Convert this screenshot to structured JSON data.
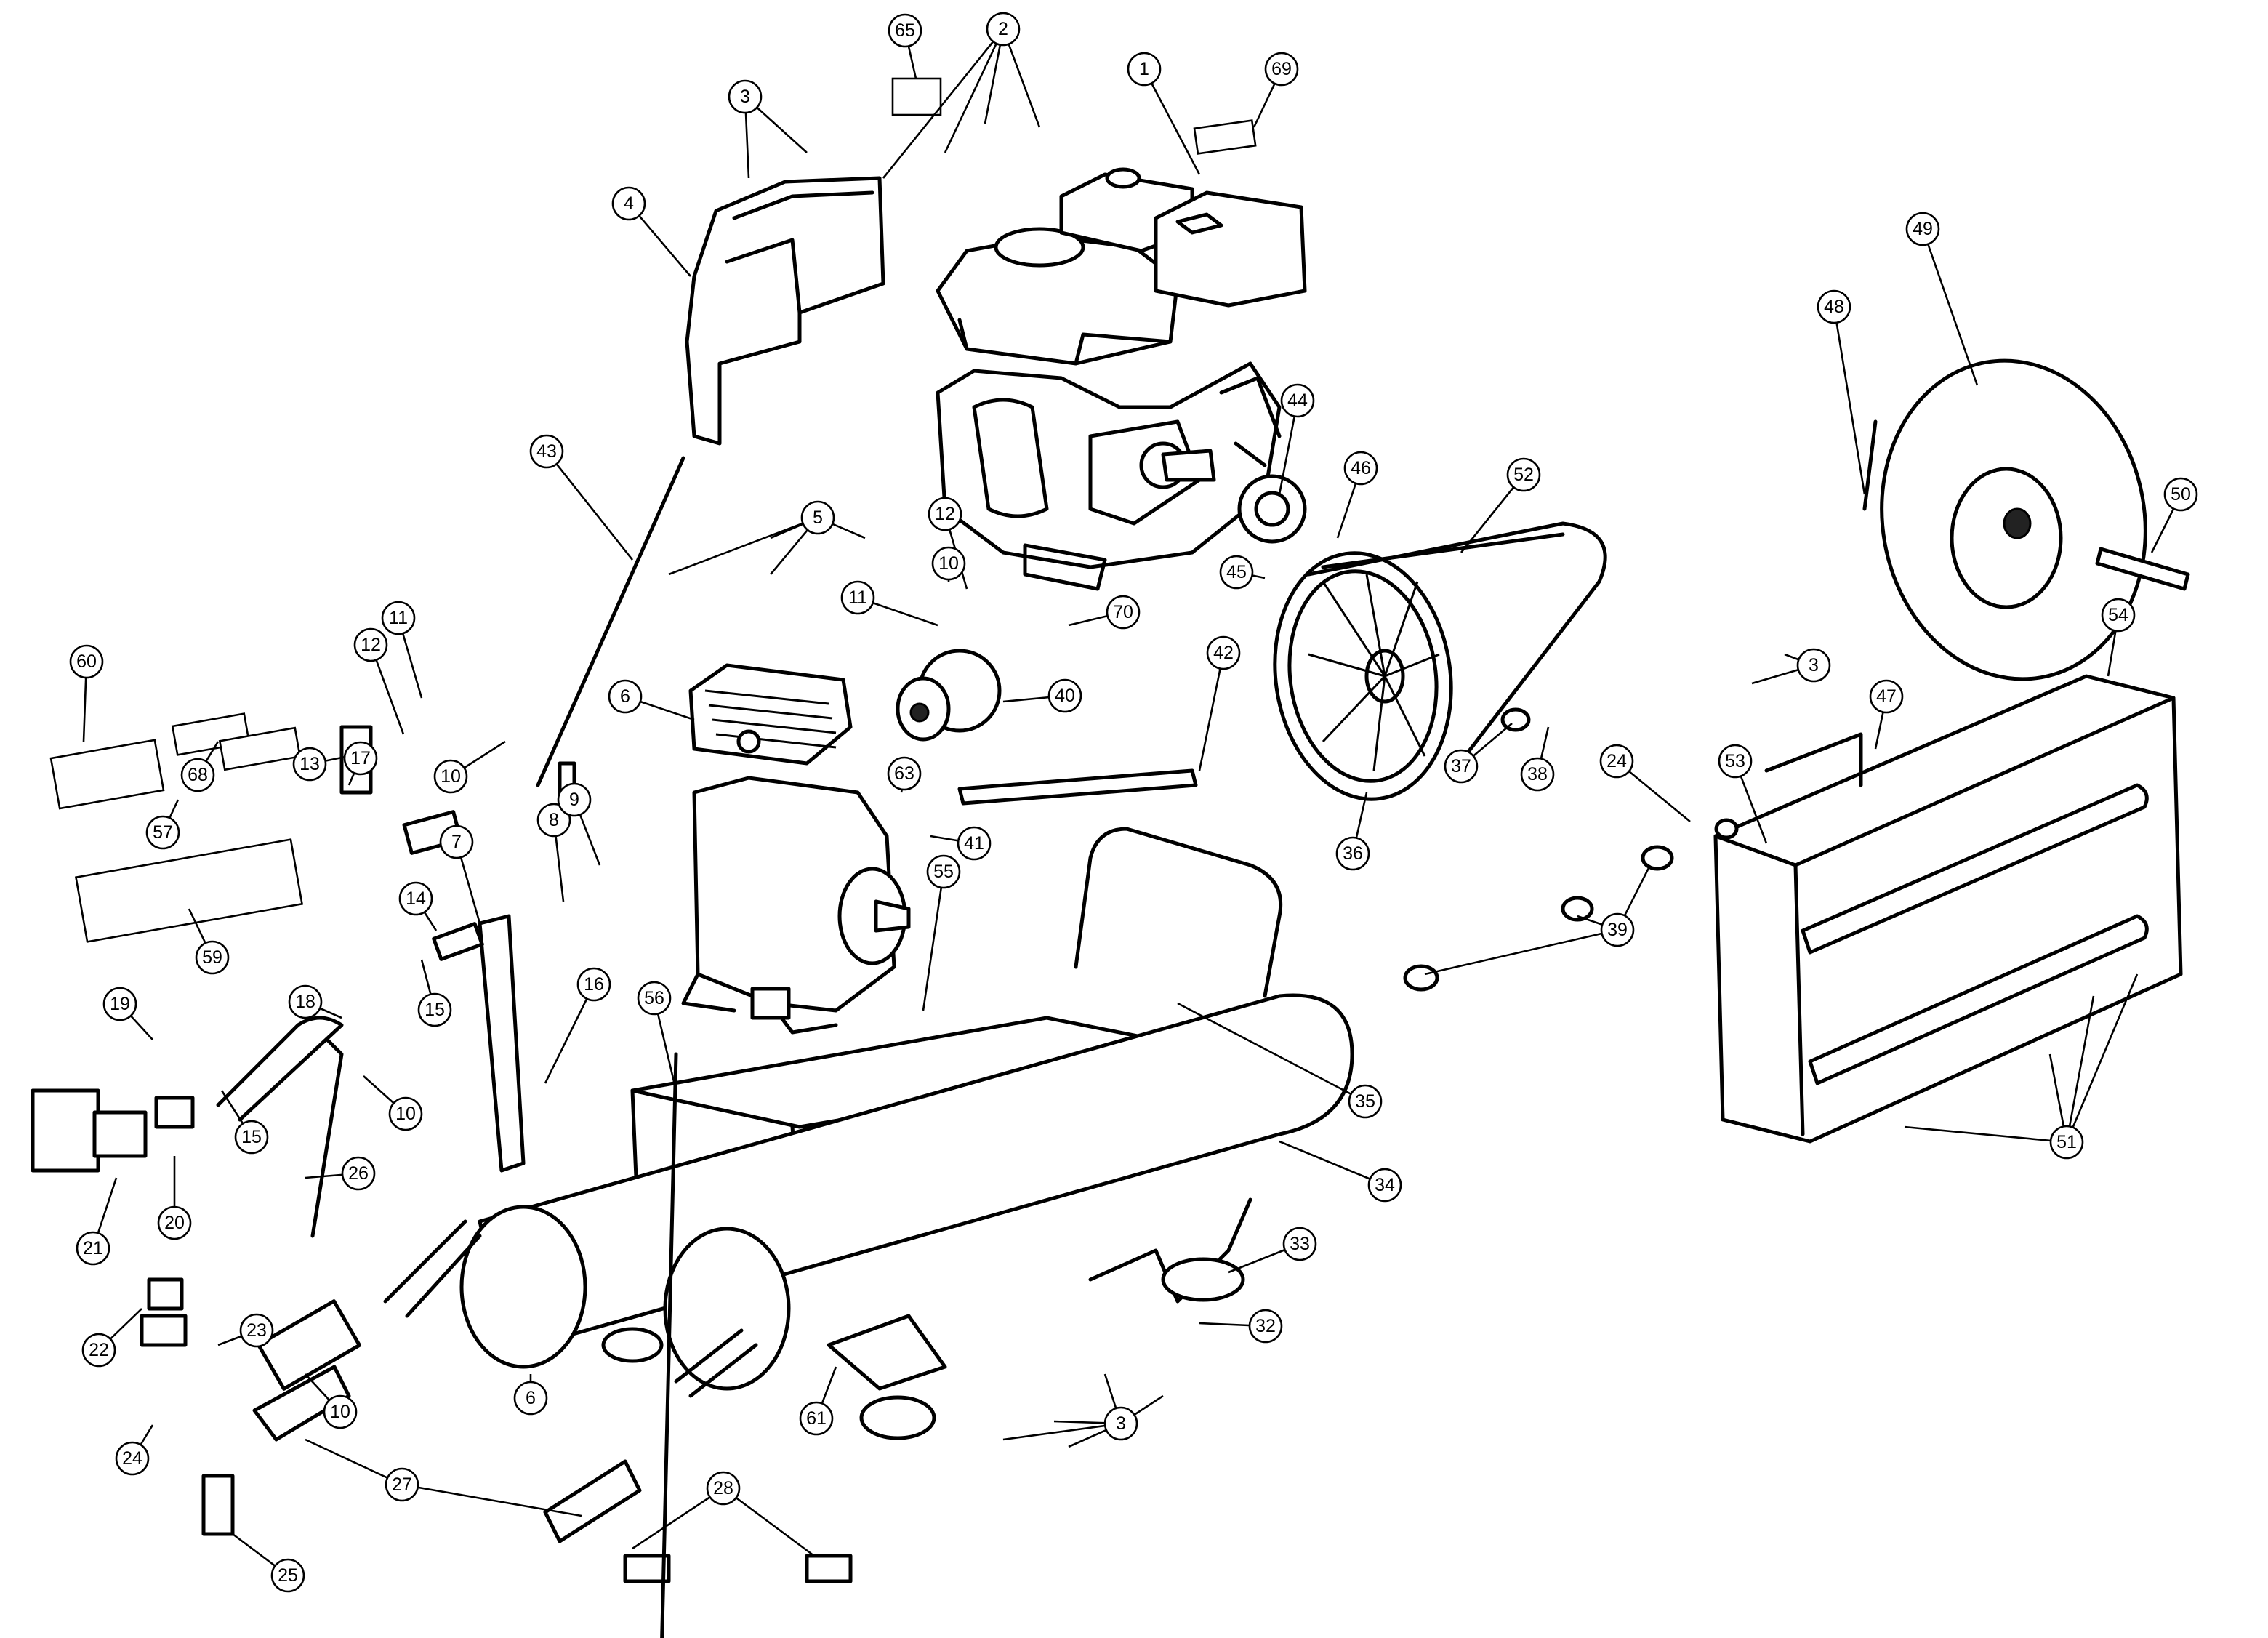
{
  "callouts": [
    {
      "id": "c-1",
      "label": "1"
    },
    {
      "id": "c-2",
      "label": "2"
    },
    {
      "id": "c-3-top",
      "label": "3"
    },
    {
      "id": "c-3-right",
      "label": "3"
    },
    {
      "id": "c-3-bottom",
      "label": "3"
    },
    {
      "id": "c-4",
      "label": "4"
    },
    {
      "id": "c-5",
      "label": "5"
    },
    {
      "id": "c-6-pump",
      "label": "6"
    },
    {
      "id": "c-6-nut",
      "label": "6"
    },
    {
      "id": "c-7",
      "label": "7"
    },
    {
      "id": "c-8",
      "label": "8"
    },
    {
      "id": "c-9",
      "label": "9"
    },
    {
      "id": "c-10-a",
      "label": "10"
    },
    {
      "id": "c-10-b",
      "label": "10"
    },
    {
      "id": "c-10-c",
      "label": "10"
    },
    {
      "id": "c-10-d",
      "label": "10"
    },
    {
      "id": "c-11-a",
      "label": "11"
    },
    {
      "id": "c-11-b",
      "label": "11"
    },
    {
      "id": "c-12-a",
      "label": "12"
    },
    {
      "id": "c-12-b",
      "label": "12"
    },
    {
      "id": "c-13",
      "label": "13"
    },
    {
      "id": "c-14",
      "label": "14"
    },
    {
      "id": "c-15-a",
      "label": "15"
    },
    {
      "id": "c-15-b",
      "label": "15"
    },
    {
      "id": "c-16",
      "label": "16"
    },
    {
      "id": "c-17",
      "label": "17"
    },
    {
      "id": "c-18",
      "label": "18"
    },
    {
      "id": "c-19",
      "label": "19"
    },
    {
      "id": "c-20",
      "label": "20"
    },
    {
      "id": "c-21",
      "label": "21"
    },
    {
      "id": "c-22",
      "label": "22"
    },
    {
      "id": "c-23",
      "label": "23"
    },
    {
      "id": "c-24-a",
      "label": "24"
    },
    {
      "id": "c-24-b",
      "label": "24"
    },
    {
      "id": "c-25",
      "label": "25"
    },
    {
      "id": "c-26",
      "label": "26"
    },
    {
      "id": "c-27",
      "label": "27"
    },
    {
      "id": "c-28",
      "label": "28"
    },
    {
      "id": "c-32",
      "label": "32"
    },
    {
      "id": "c-33",
      "label": "33"
    },
    {
      "id": "c-34",
      "label": "34"
    },
    {
      "id": "c-35",
      "label": "35"
    },
    {
      "id": "c-36",
      "label": "36"
    },
    {
      "id": "c-37",
      "label": "37"
    },
    {
      "id": "c-38",
      "label": "38"
    },
    {
      "id": "c-39",
      "label": "39"
    },
    {
      "id": "c-40",
      "label": "40"
    },
    {
      "id": "c-41",
      "label": "41"
    },
    {
      "id": "c-42",
      "label": "42"
    },
    {
      "id": "c-43",
      "label": "43"
    },
    {
      "id": "c-44",
      "label": "44"
    },
    {
      "id": "c-45",
      "label": "45"
    },
    {
      "id": "c-46",
      "label": "46"
    },
    {
      "id": "c-47",
      "label": "47"
    },
    {
      "id": "c-48",
      "label": "48"
    },
    {
      "id": "c-49",
      "label": "49"
    },
    {
      "id": "c-50",
      "label": "50"
    },
    {
      "id": "c-51",
      "label": "51"
    },
    {
      "id": "c-52",
      "label": "52"
    },
    {
      "id": "c-53",
      "label": "53"
    },
    {
      "id": "c-54",
      "label": "54"
    },
    {
      "id": "c-55",
      "label": "55"
    },
    {
      "id": "c-56",
      "label": "56"
    },
    {
      "id": "c-57",
      "label": "57"
    },
    {
      "id": "c-59",
      "label": "59"
    },
    {
      "id": "c-60",
      "label": "60"
    },
    {
      "id": "c-61",
      "label": "61"
    },
    {
      "id": "c-63",
      "label": "63"
    },
    {
      "id": "c-65",
      "label": "65"
    },
    {
      "id": "c-68",
      "label": "68"
    },
    {
      "id": "c-69",
      "label": "69"
    },
    {
      "id": "c-70",
      "label": "70"
    }
  ]
}
